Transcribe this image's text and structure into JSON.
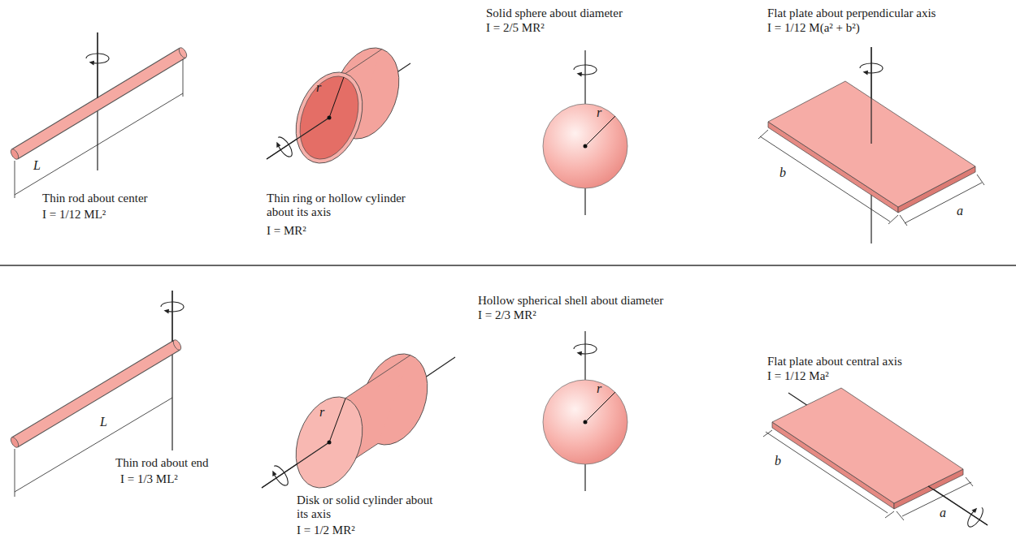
{
  "diagram": {
    "labels": [
      "Solid sphere about diameter",
      "I = 2/5 MR²",
      "Flat plate about perpendicular axis",
      "I = 1/12 M(a² + b²)",
      "r",
      "r",
      "L",
      "b",
      "a",
      "Thin rod about center",
      "I = 1/12 ML²",
      "Thin ring or hollow cylinder about its axis",
      "I = MR²",
      "Hollow spherical shell about diameter",
      "I = 2/3 MR²",
      "Flat plate about central axis",
      "I = 1/12 Ma²",
      "r",
      "r",
      "L",
      "Thin rod about end",
      "I = 1/3 ML²",
      "b",
      "a",
      "Disk or solid cylinder about its axis",
      "I = 1/2 MR²"
    ]
  }
}
